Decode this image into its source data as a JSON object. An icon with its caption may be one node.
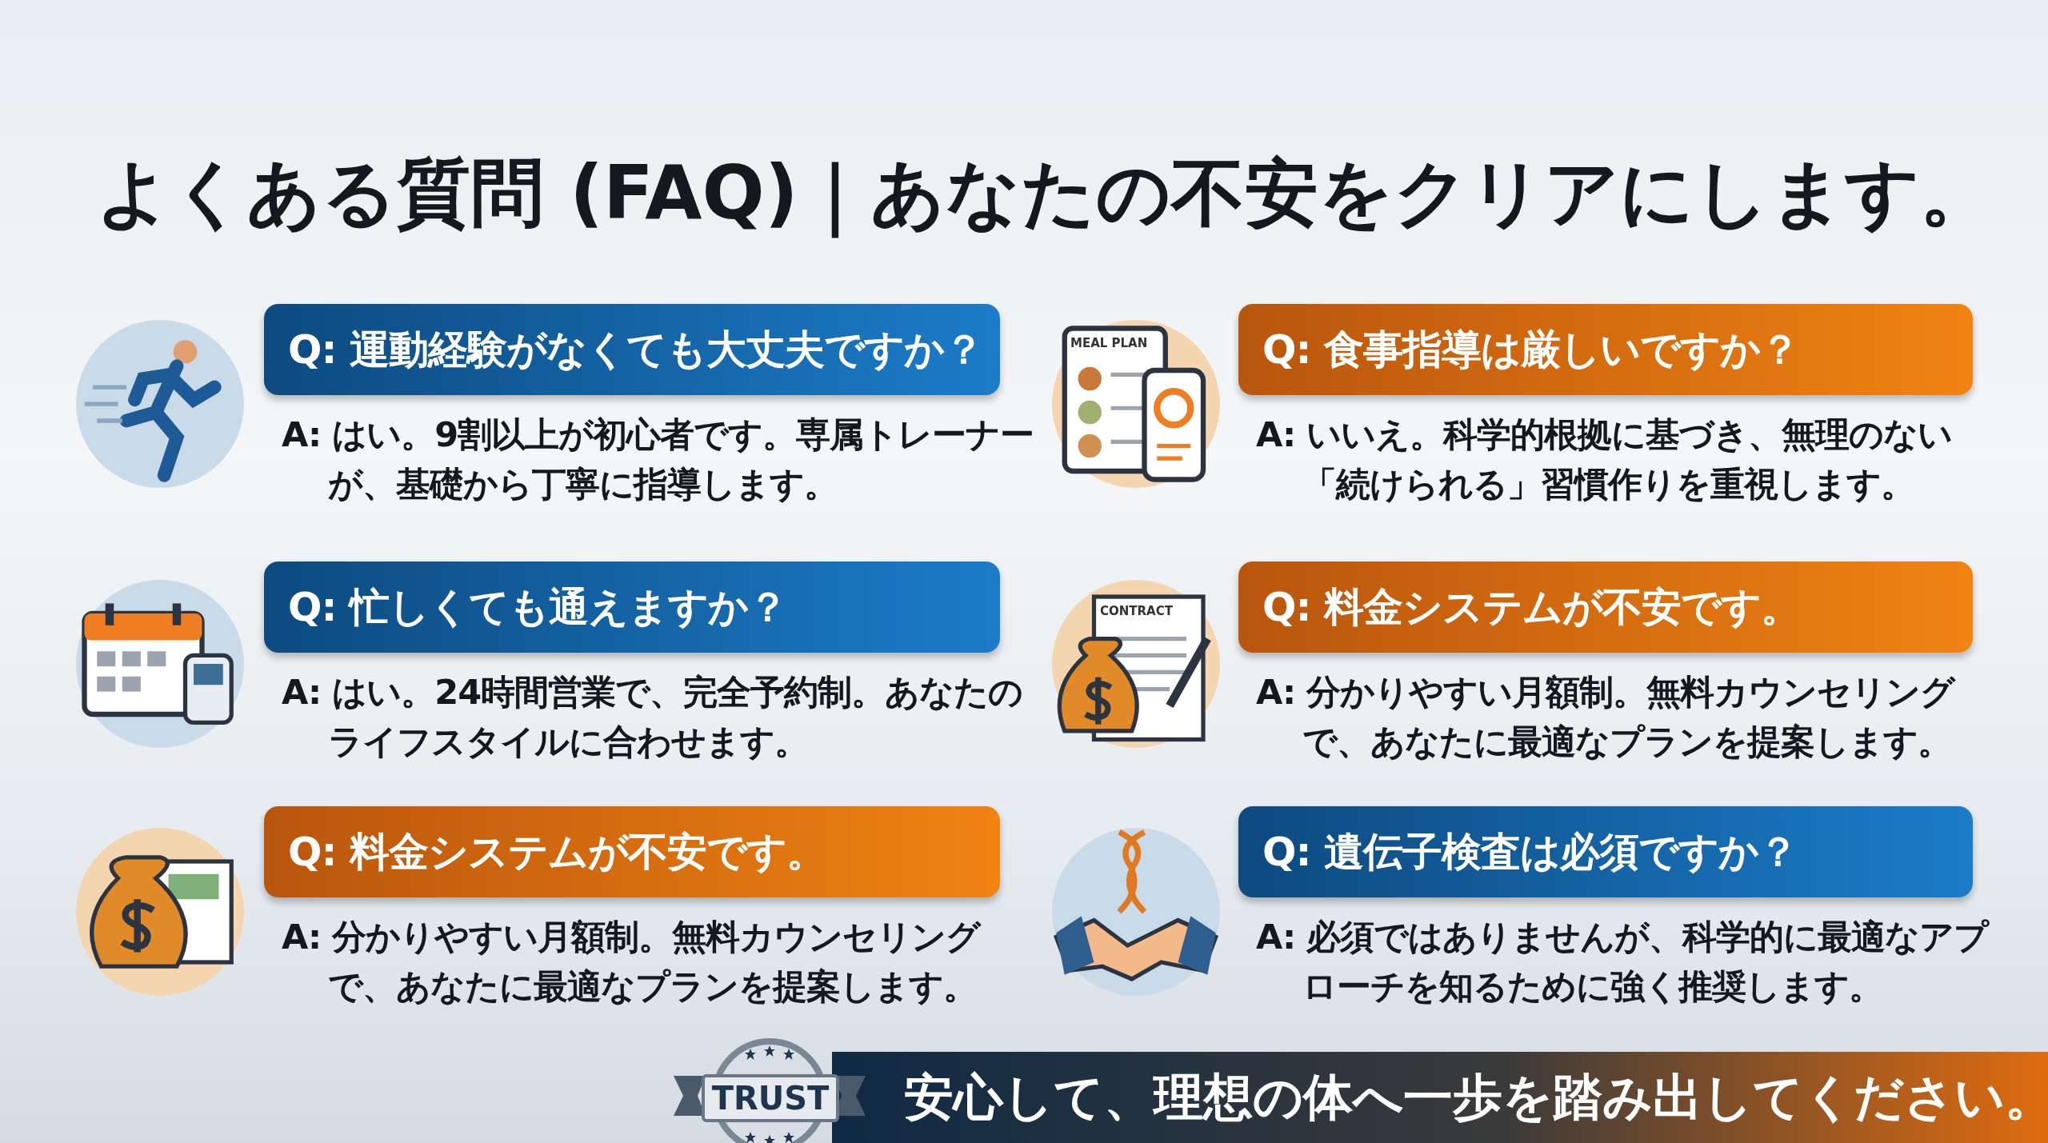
{
  "diagram": {
    "title": "よくある質問 (FAQ)｜あなたの不安をクリアにします。",
    "nodes": [
      {
        "text": [
          "Q: 運動経験がなくても大丈夫ですか？"
        ],
        "beside": [
          "A: はい。9割以上が初心者です。専属トレーナーが、基礎から丁寧に指導します。"
        ]
      },
      {
        "text": [
          "Q: 食事指導は厳しいですか？"
        ],
        "beside": [
          "A: いいえ。科学的根拠に基づき、無理のない「続けられる」習慣作りを重視します。"
        ]
      },
      {
        "text": [
          "Q: 忙しくても通えますか？"
        ],
        "beside": [
          "A: はい。24時間営業で、完全予約制。あなたのライフスタイルに合わせます。"
        ]
      },
      {
        "text": [
          "Q: 料金システムが不安です。"
        ],
        "beside": [
          "A: 分かりやすい月額制。無料カウンセリングで、あなたに最適なプランを提案します。"
        ]
      },
      {
        "text": [
          "Q: 料金システムが不安です。"
        ],
        "beside": [
          "A: 分かりやすい月額制。無料カウンセリングで、あなたに最適なプランを提案します。"
        ]
      },
      {
        "text": [
          "Q: 遺伝子検査は必須ですか？"
        ],
        "beside": [
          "A: 必須ではありませんが、科学的に最適なアプローチを知るために強く推奨します。"
        ]
      },
      {
        "text": [
          "TRUST"
        ]
      },
      {
        "text": [
          "安心して、理想の体へ一歩を踏み出してください。"
        ]
      }
    ],
    "labels": [
      "MEAL PLAN",
      "CONTRACT"
    ]
  }
}
